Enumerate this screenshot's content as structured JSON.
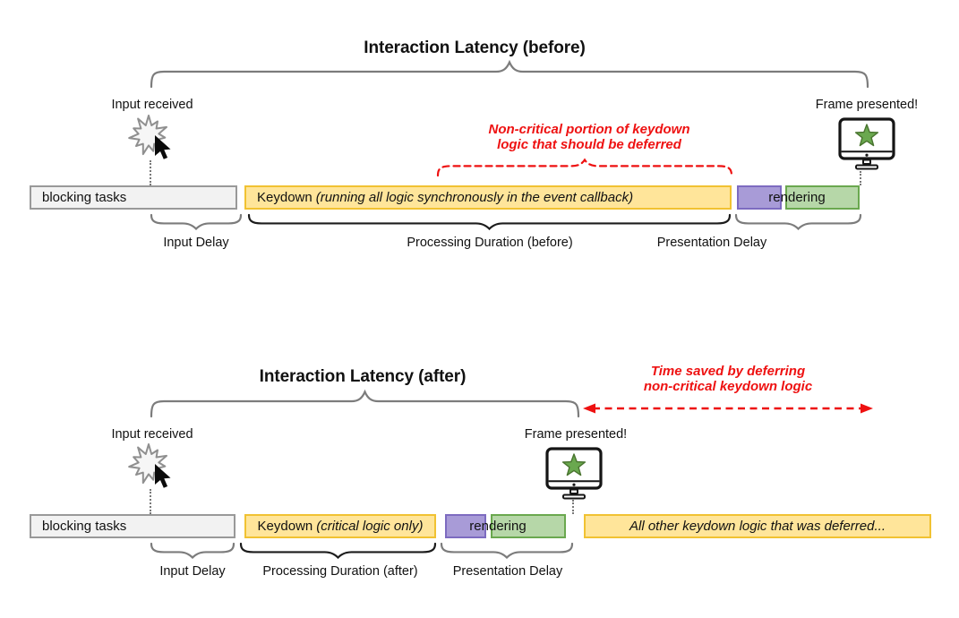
{
  "colors": {
    "task_yellow_fill": "#FFE59A",
    "task_yellow_border": "#F1C232",
    "render_purple_fill": "#A89BD7",
    "render_purple_border": "#7D6BC0",
    "paint_green_fill": "#B6D7A8",
    "paint_green_border": "#6AA84F",
    "blocking_gray_fill": "#F2F2F2",
    "blocking_gray_border": "#999999",
    "annotation_red": "#EE1111",
    "star_green": "#6AA84F"
  },
  "icons": {
    "input": "click-starburst-icon",
    "cursor": "mouse-cursor-icon",
    "frame": "monitor-with-star-icon"
  },
  "before": {
    "title": "Interaction Latency (before)",
    "input_received": "Input received",
    "frame_presented": "Frame presented!",
    "note_line1": "Non-critical portion of keydown",
    "note_line2": "logic that should be deferred",
    "bars": {
      "blocking": "blocking tasks",
      "keydown_prefix": "Keydown",
      "keydown_detail": "(running all logic synchronously in the event callback)",
      "rendering": "rendering"
    },
    "spans": {
      "input_delay": "Input Delay",
      "processing": "Processing Duration (before)",
      "presentation": "Presentation Delay"
    }
  },
  "after": {
    "title": "Interaction Latency (after)",
    "note_line1": "Time saved by deferring",
    "note_line2": "non-critical keydown logic",
    "input_received": "Input received",
    "frame_presented": "Frame presented!",
    "bars": {
      "blocking": "blocking tasks",
      "keydown_prefix": "Keydown",
      "keydown_detail": "(critical logic only)",
      "rendering": "rendering",
      "deferred": "All other keydown logic that was deferred..."
    },
    "spans": {
      "input_delay": "Input Delay",
      "processing": "Processing Duration (after)",
      "presentation": "Presentation Delay"
    }
  }
}
